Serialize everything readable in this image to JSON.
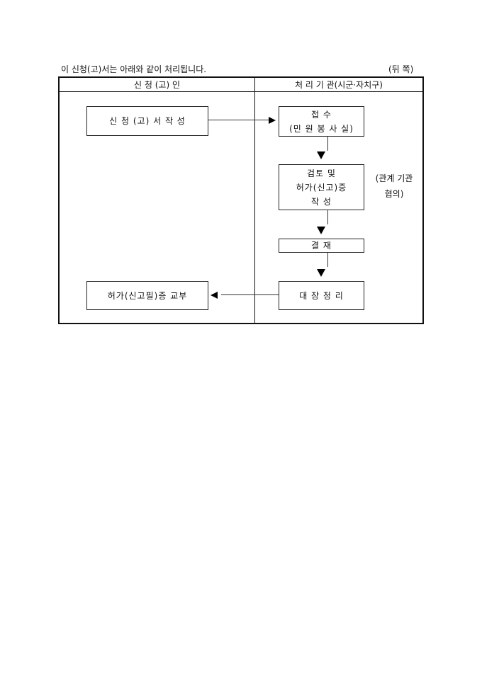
{
  "intro": "이 신청(고)서는 아래와 같이 처리됩니다.",
  "page_side": "(뒤 쪽)",
  "columns": {
    "applicant": "신 청 (고) 인",
    "agency": "처 리 기 관(시군·자치구)"
  },
  "steps": {
    "write_application": "신 청 (고) 서 작 성",
    "receipt": [
      "접 수",
      "(민 원 봉 사 실)"
    ],
    "review": [
      "검토 및",
      "허가(신고)증",
      "작 성"
    ],
    "approval": "결 재",
    "registry": "대 장 정 리",
    "issue_certificate": "허가(신고필)증 교부"
  },
  "note": [
    "(관계 기관",
    "협의)"
  ]
}
